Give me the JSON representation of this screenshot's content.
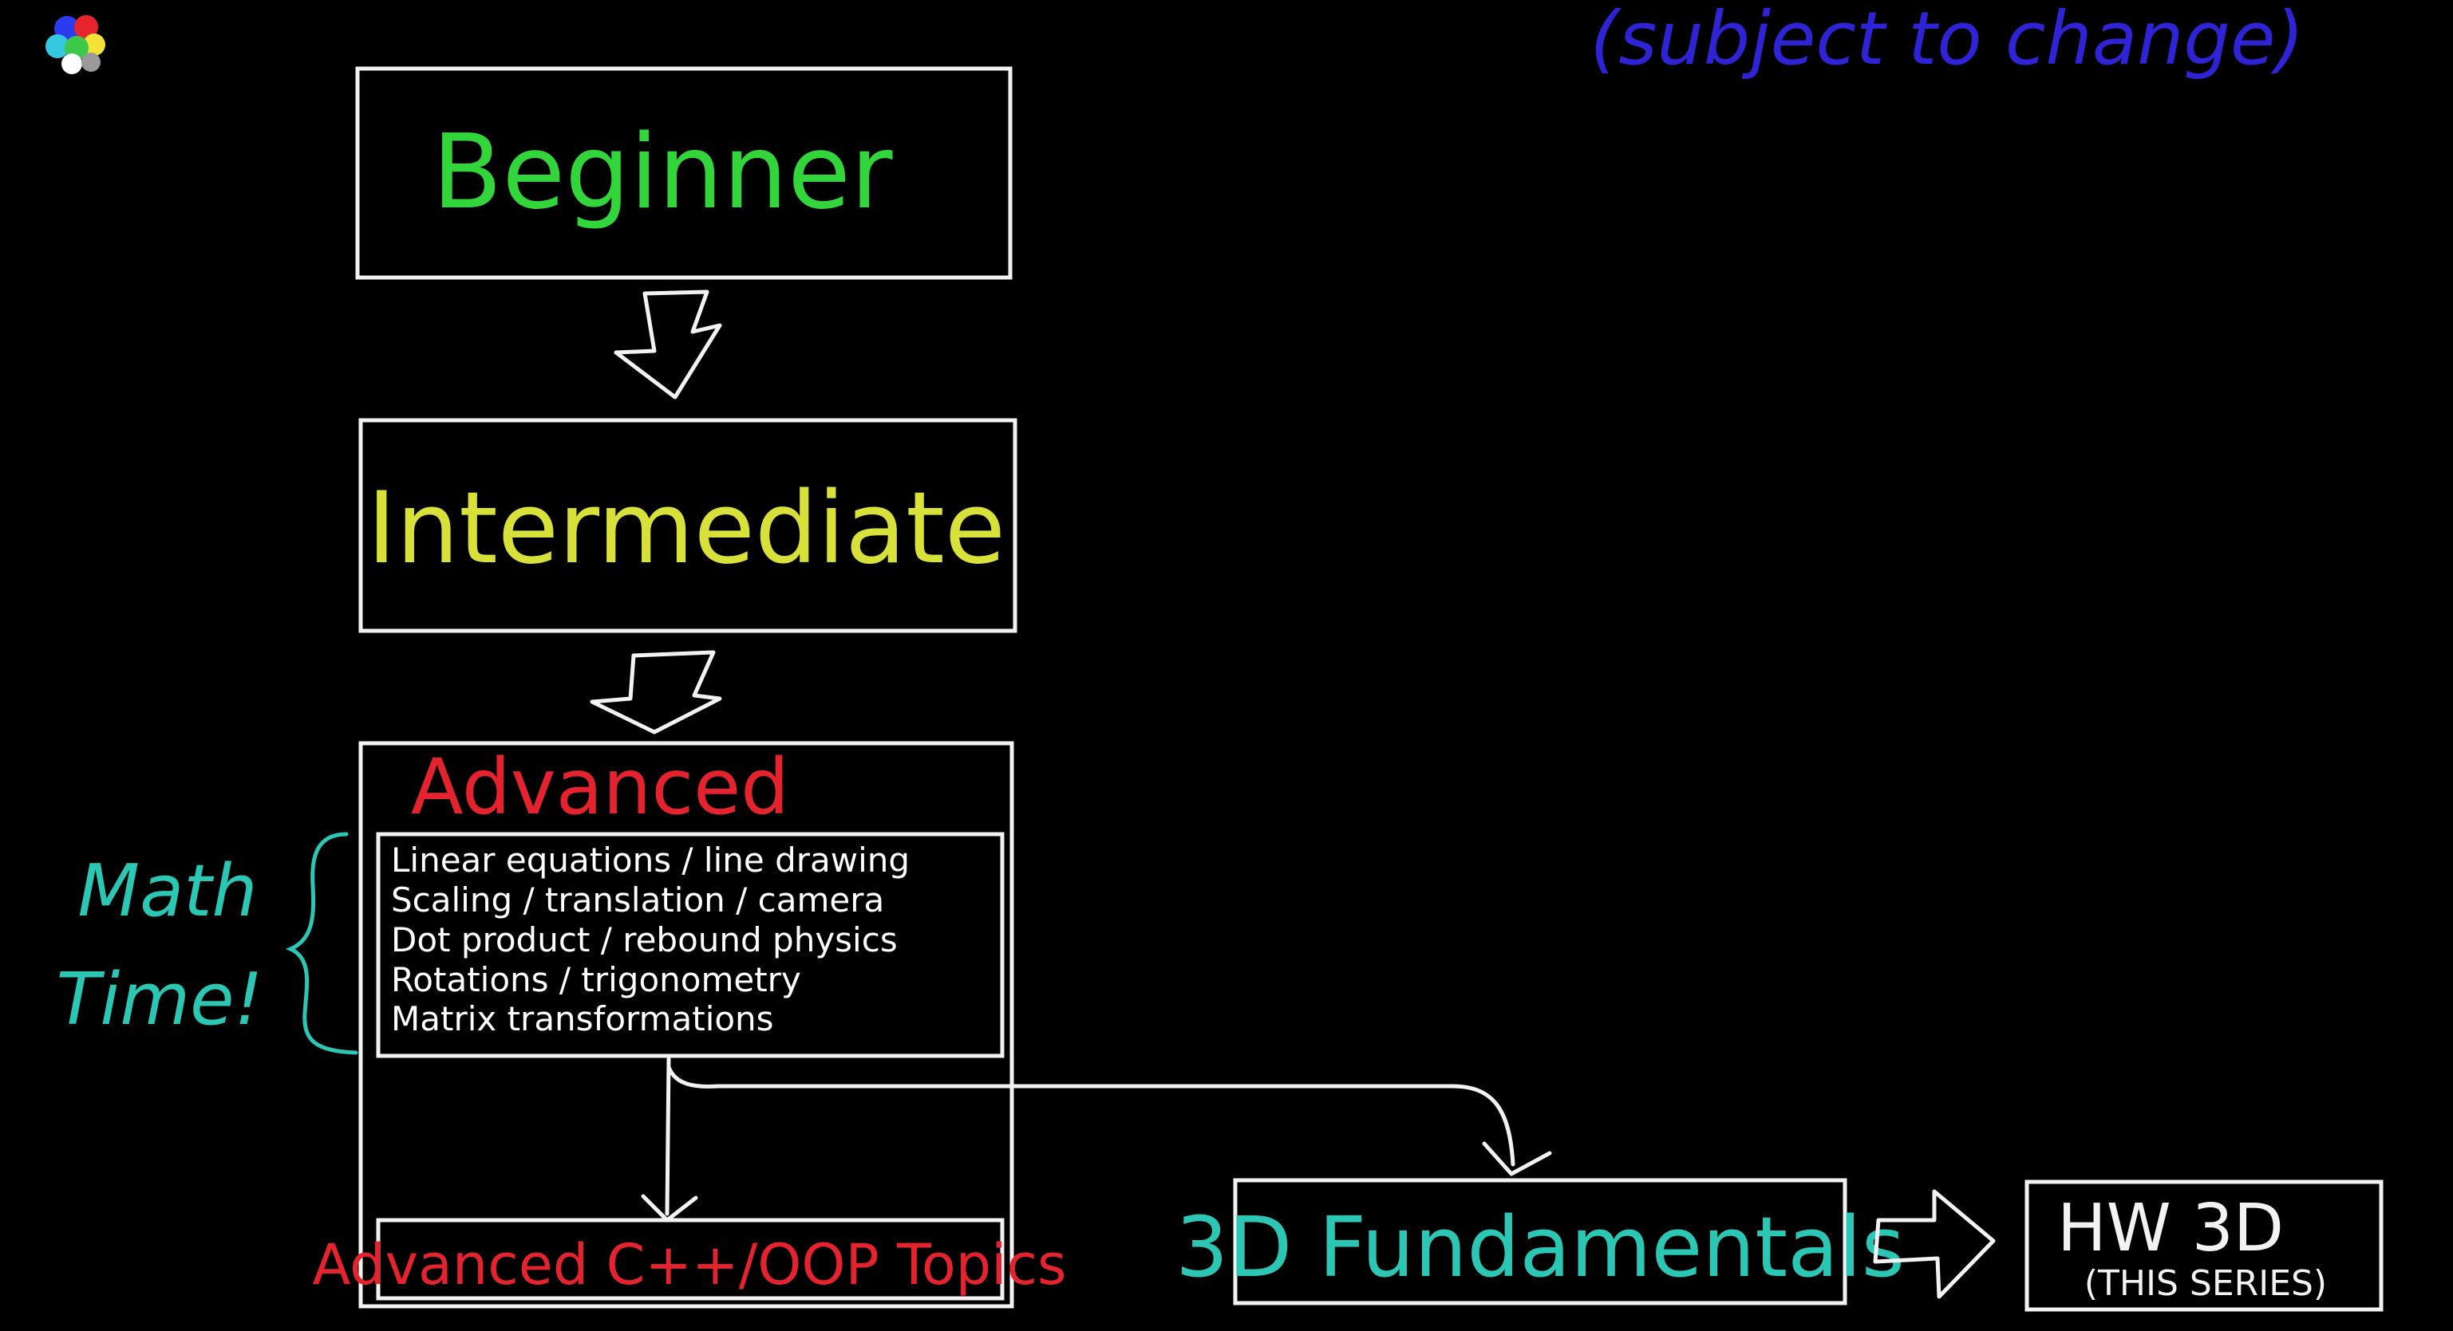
{
  "note": {
    "text": "(subject to change)",
    "color": "#2f23d6"
  },
  "colors": {
    "line": "#f2f2f2",
    "beginner": "#33d63a",
    "intermediate": "#d8e03a",
    "advanced": "#e5232f",
    "math": "#2bc7b4",
    "fundamentals": "#2bc7b4"
  },
  "boxes": {
    "beginner": "Beginner",
    "intermediate": "Intermediate",
    "advanced": "Advanced",
    "advanced_topics": "Advanced C++/OOP Topics",
    "fundamentals": "3D Fundamentals",
    "hw3d_title": "HW 3D",
    "hw3d_subtitle": "(THIS SERIES)"
  },
  "math_label": {
    "line1": "Math",
    "line2": "Time!"
  },
  "topics": [
    "Linear equations / line drawing",
    "Scaling / translation / camera",
    "Dot product / rebound physics",
    "Rotations / trigonometry",
    "Matrix transformations"
  ],
  "logo_icon": "color-dots-icon"
}
